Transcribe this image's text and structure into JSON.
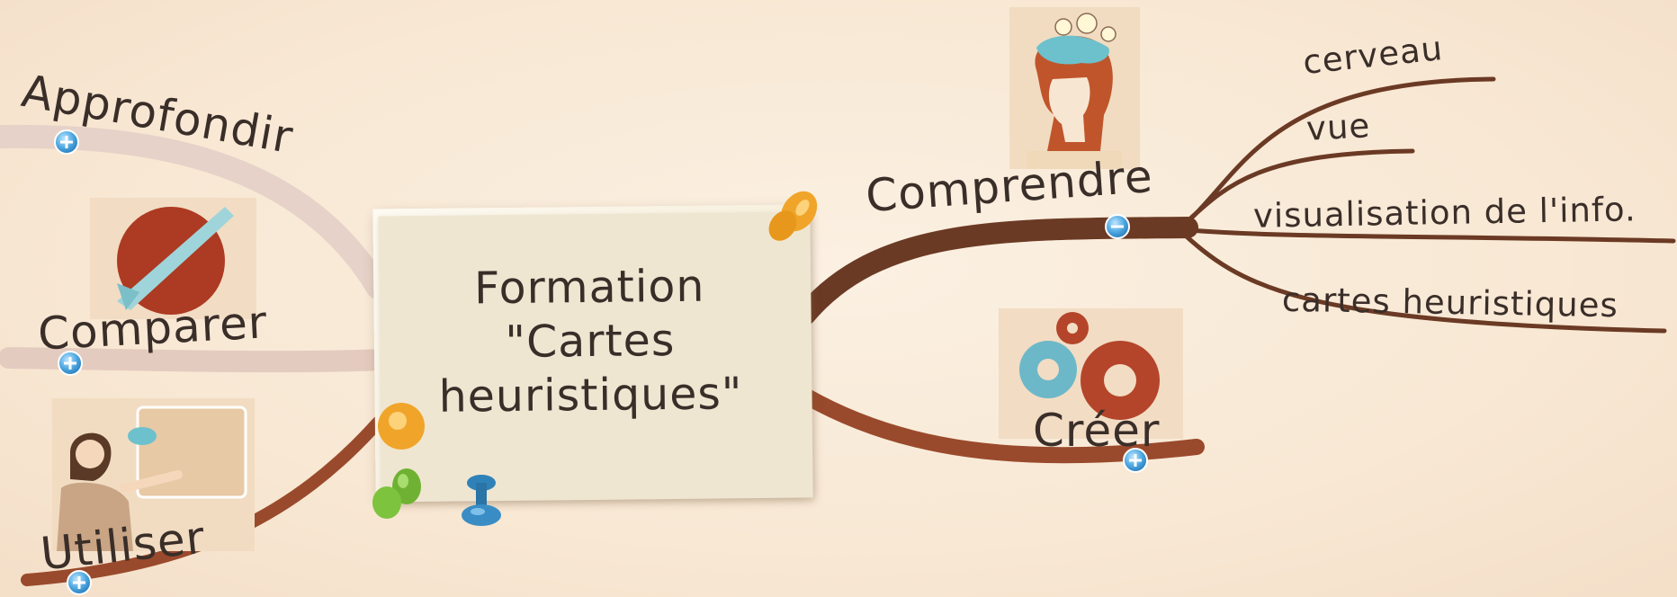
{
  "central_topic": {
    "line1": "Formation",
    "line2": "\"Cartes",
    "line3": "heuristiques\""
  },
  "branches": {
    "approfondir": {
      "label": "Approfondir",
      "toggle": "+"
    },
    "comparer": {
      "label": "Comparer",
      "toggle": "+"
    },
    "utiliser": {
      "label": "Utiliser",
      "toggle": "+"
    },
    "comprendre": {
      "label": "Comprendre",
      "toggle": "−",
      "children": [
        "cerveau",
        "vue",
        "visualisation de l'info.",
        "cartes heuristiques"
      ]
    },
    "creer": {
      "label": "Créer",
      "toggle": "+"
    }
  },
  "colors": {
    "background": "#f9ead8",
    "branch_dark": "#6b3a24",
    "branch_rust": "#9a4a2c",
    "branch_faded": "#e3cfc4",
    "toggle_blue": "#4ea8e0",
    "text": "#3a2e29"
  },
  "icons": [
    "lightbulb-head-woman-icon",
    "gears-icon",
    "rocket-planet-icon",
    "presenter-woman-icon",
    "yellow-pushpin-icon",
    "green-pushpin-icon",
    "blue-pushpin-icon"
  ]
}
